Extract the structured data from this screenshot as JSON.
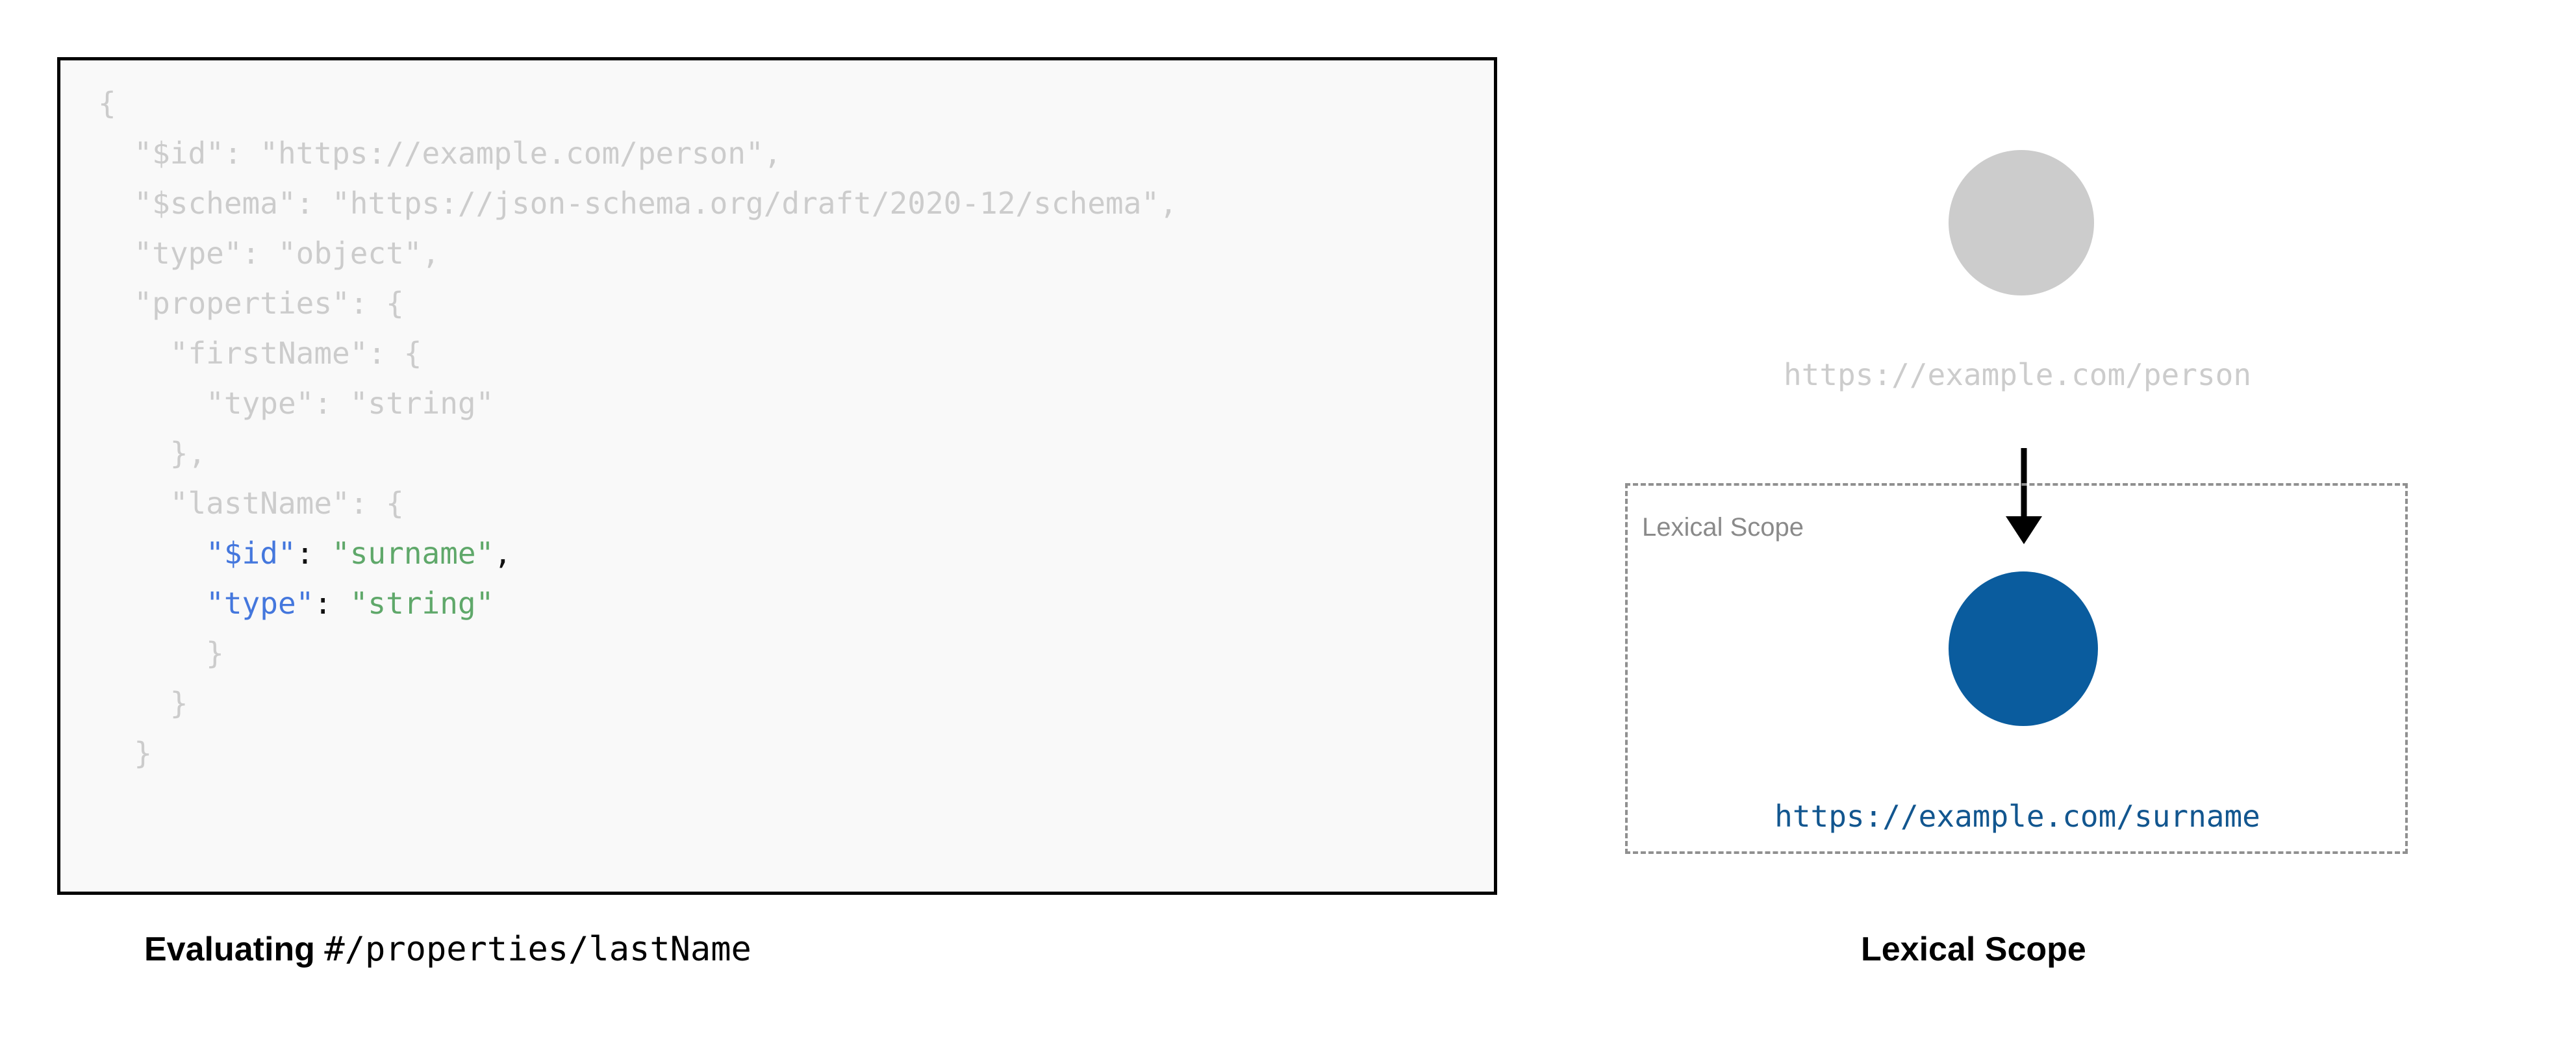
{
  "code_panel": {
    "language": "json",
    "lines": [
      {
        "indent": 0,
        "tokens": [
          {
            "t": "{",
            "c": "dim"
          }
        ]
      },
      {
        "indent": 1,
        "tokens": [
          {
            "t": "\"$id\": \"https://example.com/person\",",
            "c": "dim"
          }
        ]
      },
      {
        "indent": 1,
        "tokens": [
          {
            "t": "\"$schema\": \"https://json-schema.org/draft/2020-12/schema\",",
            "c": "dim"
          }
        ]
      },
      {
        "indent": 1,
        "tokens": [
          {
            "t": "\"type\": \"object\",",
            "c": "dim"
          }
        ]
      },
      {
        "indent": 1,
        "tokens": [
          {
            "t": "\"properties\": {",
            "c": "dim"
          }
        ]
      },
      {
        "indent": 2,
        "tokens": [
          {
            "t": "\"firstName\": {",
            "c": "dim"
          }
        ]
      },
      {
        "indent": 3,
        "tokens": [
          {
            "t": "\"type\": \"string\"",
            "c": "dim"
          }
        ]
      },
      {
        "indent": 2,
        "tokens": [
          {
            "t": "},",
            "c": "dim"
          }
        ]
      },
      {
        "indent": 2,
        "tokens": [
          {
            "t": "\"lastName\": {",
            "c": "dim"
          }
        ]
      },
      {
        "indent": 3,
        "tokens": [
          {
            "t": "\"$id\"",
            "c": "k-key"
          },
          {
            "t": ": ",
            "c": "k-pun"
          },
          {
            "t": "\"surname\"",
            "c": "k-str"
          },
          {
            "t": ",",
            "c": "k-pun"
          }
        ]
      },
      {
        "indent": 3,
        "tokens": [
          {
            "t": "\"type\"",
            "c": "k-key"
          },
          {
            "t": ": ",
            "c": "k-pun"
          },
          {
            "t": "\"string\"",
            "c": "k-str"
          }
        ]
      },
      {
        "indent": 3,
        "tokens": [
          {
            "t": "}",
            "c": "dim"
          }
        ]
      },
      {
        "indent": 2,
        "tokens": [
          {
            "t": "}",
            "c": "dim"
          }
        ]
      },
      {
        "indent": 1,
        "tokens": [
          {
            "t": "}",
            "c": "dim"
          }
        ]
      }
    ]
  },
  "captions": {
    "left_bold": "Evaluating",
    "left_mono": "#/properties/lastName",
    "right_bold": "Lexical Scope"
  },
  "diagram": {
    "parent_node": {
      "label": "https://example.com/person",
      "color": "#cccccc",
      "state": "dimmed"
    },
    "child_node": {
      "label": "https://example.com/surname",
      "color": "#0a5c9e",
      "label_color": "#12568f",
      "state": "active"
    },
    "scope_box": {
      "label": "Lexical Scope",
      "border_color": "#909090",
      "border_style": "dashed"
    },
    "arrow": {
      "name": "resolution-arrow",
      "color": "#000000",
      "direction": "down"
    }
  },
  "colors": {
    "code_key": "#4477dd",
    "code_string": "#5fa86a",
    "code_dimmed": "#cccccc",
    "panel_border": "#000000",
    "panel_background": "#f9f9f9"
  }
}
